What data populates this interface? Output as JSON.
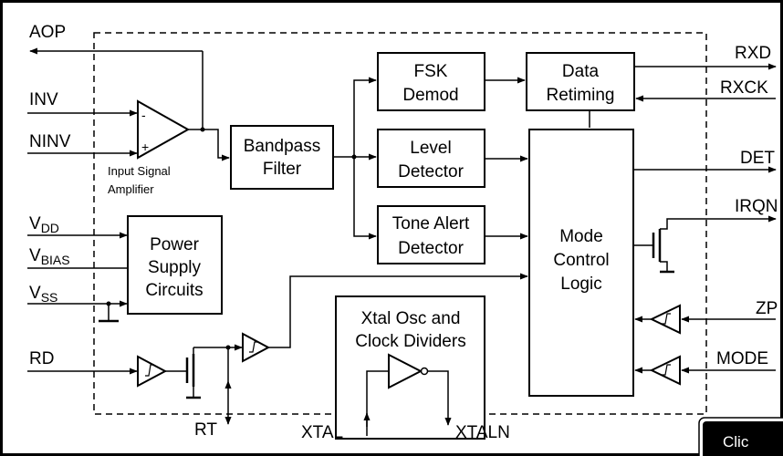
{
  "pins_left": {
    "aop": "AOP",
    "inv": "INV",
    "ninv": "NINV",
    "vdd_main": "V",
    "vdd_sub": "DD",
    "vbias_main": "V",
    "vbias_sub": "BIAS",
    "vss_main": "V",
    "vss_sub": "SS",
    "rd": "RD"
  },
  "pins_right": {
    "rxd": "RXD",
    "rxck": "RXCK",
    "det": "DET",
    "irqn": "IRQN",
    "zp": "ZP",
    "mode": "MODE"
  },
  "pins_bottom": {
    "rt": "RT",
    "xtal": "XTAL",
    "xtaln": "XTALN"
  },
  "amplifier": {
    "caption_line1": "Input Signal",
    "caption_line2": "Amplifier",
    "minus": "-",
    "plus": "+"
  },
  "blocks": {
    "bandpass": {
      "line1": "Bandpass",
      "line2": "Filter"
    },
    "fsk": {
      "line1": "FSK",
      "line2": "Demod"
    },
    "level": {
      "line1": "Level",
      "line2": "Detector"
    },
    "tone": {
      "line1": "Tone Alert",
      "line2": "Detector"
    },
    "retiming": {
      "line1": "Data",
      "line2": "Retiming"
    },
    "mode_control": {
      "line1": "Mode",
      "line2": "Control",
      "line3": "Logic"
    },
    "power": {
      "line1": "Power",
      "line2": "Supply",
      "line3": "Circuits"
    },
    "xtal_osc": {
      "line1": "Xtal Osc and",
      "line2": "Clock Dividers"
    }
  },
  "button": {
    "label": "Clic"
  }
}
